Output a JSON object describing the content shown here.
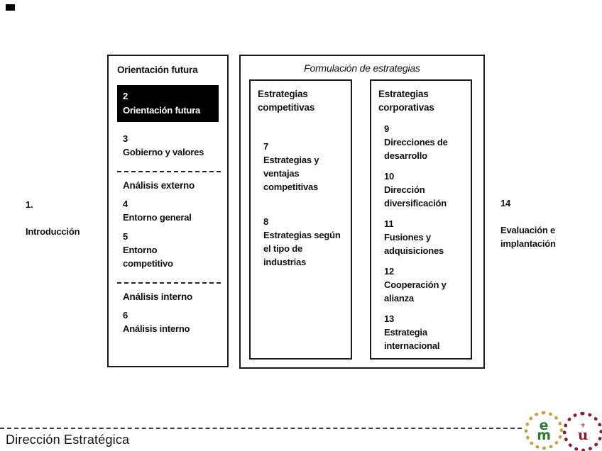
{
  "intro_label": {
    "number": "1.",
    "label": "Introducción"
  },
  "orientation_box": {
    "title": "Orientación futura",
    "highlight_item": {
      "number": "2",
      "label": "Orientación futura"
    },
    "item_governance": {
      "number": "3",
      "label": "Gobierno y valores"
    },
    "section_external": {
      "heading": "Análisis externo",
      "item_general": {
        "number": "4",
        "label": "Entorno general"
      },
      "item_competitive": {
        "number": "5",
        "label": "Entorno\ncompetitivo"
      }
    },
    "section_internal": {
      "heading": "Análisis interno",
      "item_internal": {
        "number": "6",
        "label": "Análisis interno"
      }
    }
  },
  "formulation_box": {
    "title": "Formulación de estrategias",
    "competitive_column": {
      "title": "Estrategias\ncompetitivas",
      "items": [
        {
          "number": "7",
          "label": "Estrategias y\nventajas\ncompetitivas"
        },
        {
          "number": "8",
          "label": "Estrategias según\nel tipo de\nindustrias"
        }
      ]
    },
    "corporate_column": {
      "title": "Estrategias\ncorporativas",
      "items": [
        {
          "number": "9",
          "label": "Direcciones de\ndesarrollo"
        },
        {
          "number": "10",
          "label": "Dirección\ndiversificación"
        },
        {
          "number": "11",
          "label": "Fusiones y\nadquisiciones"
        },
        {
          "number": "12",
          "label": "Cooperación y\nalianza"
        },
        {
          "number": "13",
          "label": "Estrategia\ninternacional"
        }
      ]
    }
  },
  "evaluation_label": {
    "number": "14",
    "label": "Evaluación e\nimplantación"
  },
  "footer": {
    "course_title": "Dirección Estratégica"
  },
  "logos": {
    "em": {
      "top_letter": "e",
      "bottom_letter": "m",
      "letter_color": "#2f7d33",
      "ring_color": "#c9a23f"
    },
    "us": {
      "ornament": "⚜",
      "letter": "u",
      "color": "#8c1c2e"
    }
  }
}
